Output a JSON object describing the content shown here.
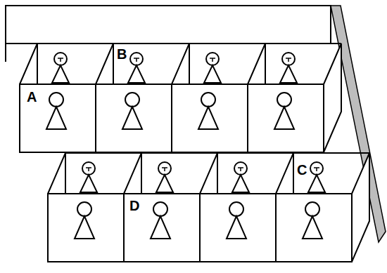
{
  "diagram": {
    "labels": [
      "A",
      "B",
      "C",
      "D"
    ]
  }
}
